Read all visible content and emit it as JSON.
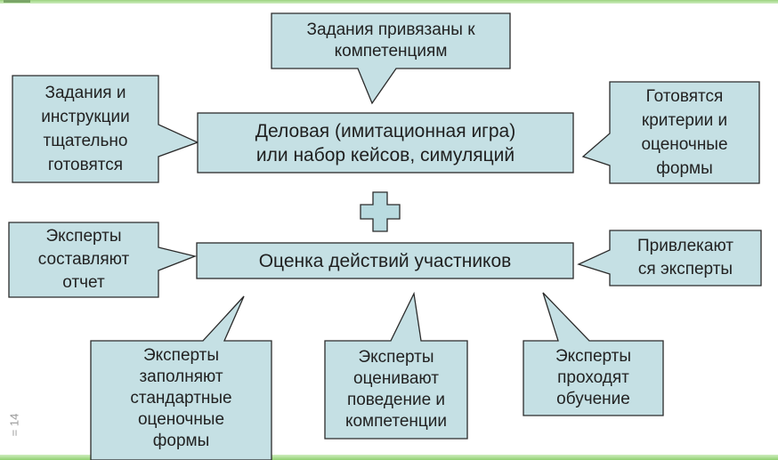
{
  "colors": {
    "box_fill": "#c5e0e4",
    "box_stroke": "#2b2b2b",
    "plus_fill": "#b9dbe0",
    "accent_green": "#8fd06f"
  },
  "diagram": {
    "top_callout": "Задания привязаны к\nкомпетенциям",
    "left_top_callout": "Задания и\nинструкции\nтщательно\nготовятся",
    "right_top_callout": "Готовятся\nкритерии и\nоценочные\nформы",
    "main_box_game": "Деловая (имитационная игра)\nили набор кейсов, симуляций",
    "plus_symbol": "+",
    "main_box_assessment": "Оценка действий участников",
    "left_mid_callout": "Эксперты\nсоставляют\nотчет",
    "right_mid_callout": "Привлекают\nся эксперты",
    "bottom_left_callout": "Эксперты\nзаполняют\nстандартные\nоценочные\nформы",
    "bottom_center_callout": "Эксперты\nоценивают\nповедение и\nкомпетенции",
    "bottom_right_callout": "Эксперты\nпроходят\nобучение"
  },
  "footer": {
    "slide_number": "= 14"
  }
}
